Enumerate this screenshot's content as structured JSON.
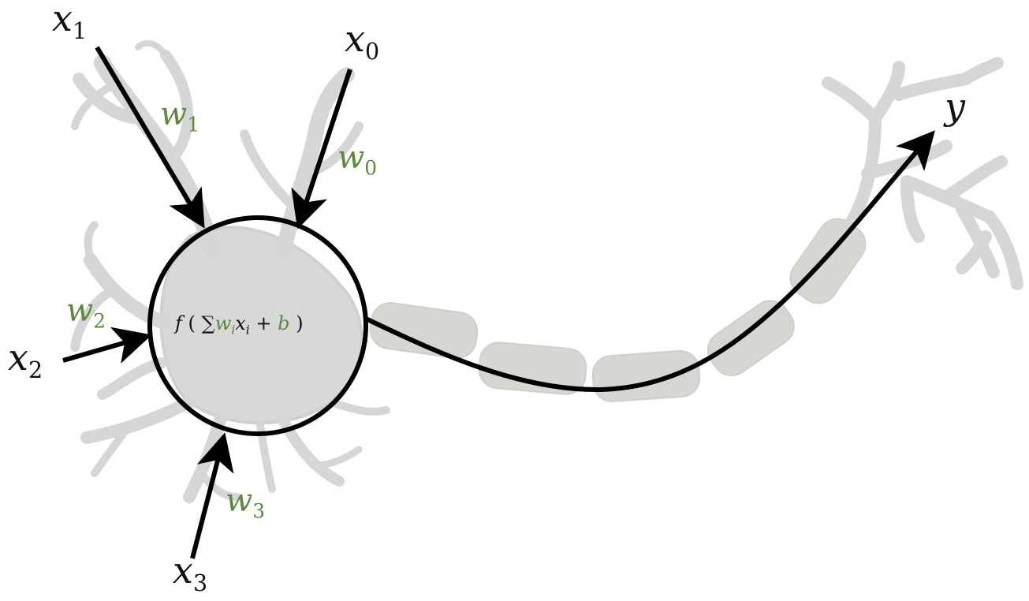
{
  "colors": {
    "neuron_fill": "#d8d8d8",
    "neuron_stroke": "#c9c9c9",
    "axon_segment": "#d6d6d2",
    "weight_label": "#5a8a3a",
    "line": "#000000"
  },
  "inputs": {
    "x1": {
      "base": "x",
      "sub": "1",
      "weight_base": "w",
      "weight_sub": "1"
    },
    "x0": {
      "base": "x",
      "sub": "0",
      "weight_base": "w",
      "weight_sub": "0"
    },
    "x2": {
      "base": "x",
      "sub": "2",
      "weight_base": "w",
      "weight_sub": "2"
    },
    "x3": {
      "base": "x",
      "sub": "3",
      "weight_base": "w",
      "weight_sub": "3"
    }
  },
  "output": {
    "label": "y"
  },
  "formula": {
    "f": "f",
    "open": "(",
    "sum": "∑",
    "w": "w",
    "w_sub": "i",
    "x": "x",
    "x_sub": "i",
    "plus": "+",
    "b": "b",
    "close": ")"
  }
}
